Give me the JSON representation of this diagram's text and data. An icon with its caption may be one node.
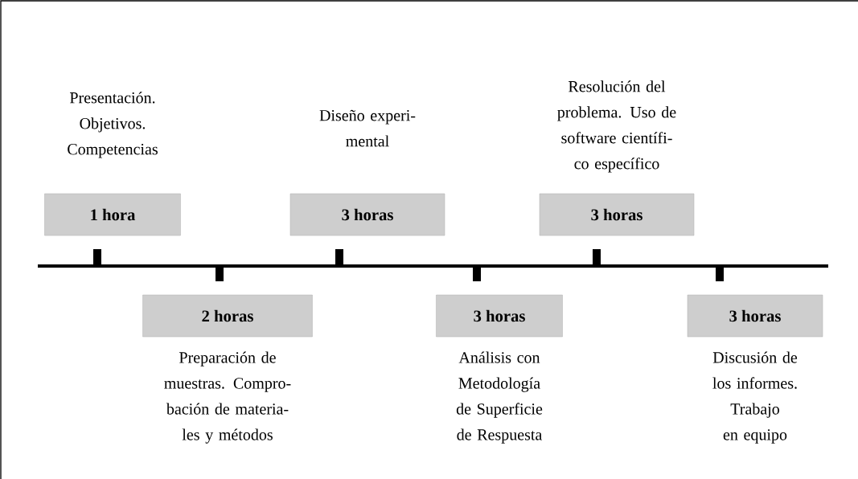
{
  "diagram": {
    "nodes": [
      {
        "text": [
          "1 hora"
        ],
        "beside": [
          "Presentación. Objetivos. Competencias"
        ]
      },
      {
        "text": [
          "2 horas"
        ],
        "beside": [
          "Preparación de muestras. Compro- bación de materia- les y métodos"
        ]
      },
      {
        "text": [
          "3 horas"
        ],
        "beside": [
          "Diseño experi- mental"
        ]
      },
      {
        "text": [
          "3 horas"
        ],
        "beside": [
          "Análisis con Metodología de Superficie de Respuesta"
        ]
      },
      {
        "text": [
          "3 horas"
        ],
        "beside": [
          "Resolución del problema. Uso de software científi- co específico"
        ]
      },
      {
        "text": [
          "3 horas"
        ],
        "beside": [
          "Discusión de los informes. Trabajo en equipo"
        ]
      }
    ]
  }
}
